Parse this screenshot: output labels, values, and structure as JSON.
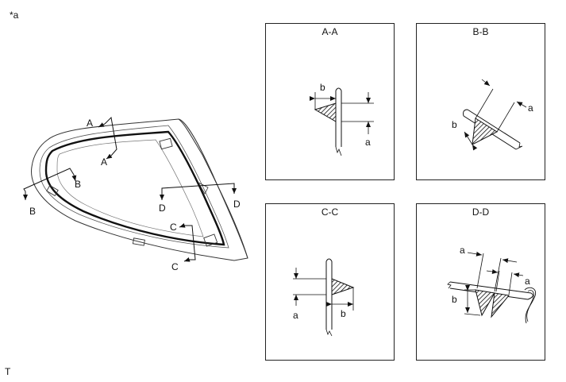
{
  "figure_label": "*a",
  "footer_mark": "T",
  "overview": {
    "cut_labels": [
      "A",
      "A",
      "B",
      "B",
      "C",
      "C",
      "D",
      "D"
    ]
  },
  "sections": {
    "aa": {
      "title": "A-A",
      "dims": [
        "b",
        "a"
      ]
    },
    "bb": {
      "title": "B-B",
      "dims": [
        "a",
        "b"
      ]
    },
    "cc": {
      "title": "C-C",
      "dims": [
        "a",
        "b"
      ]
    },
    "dd": {
      "title": "D-D",
      "dims": [
        "a",
        "a",
        "b"
      ]
    }
  }
}
